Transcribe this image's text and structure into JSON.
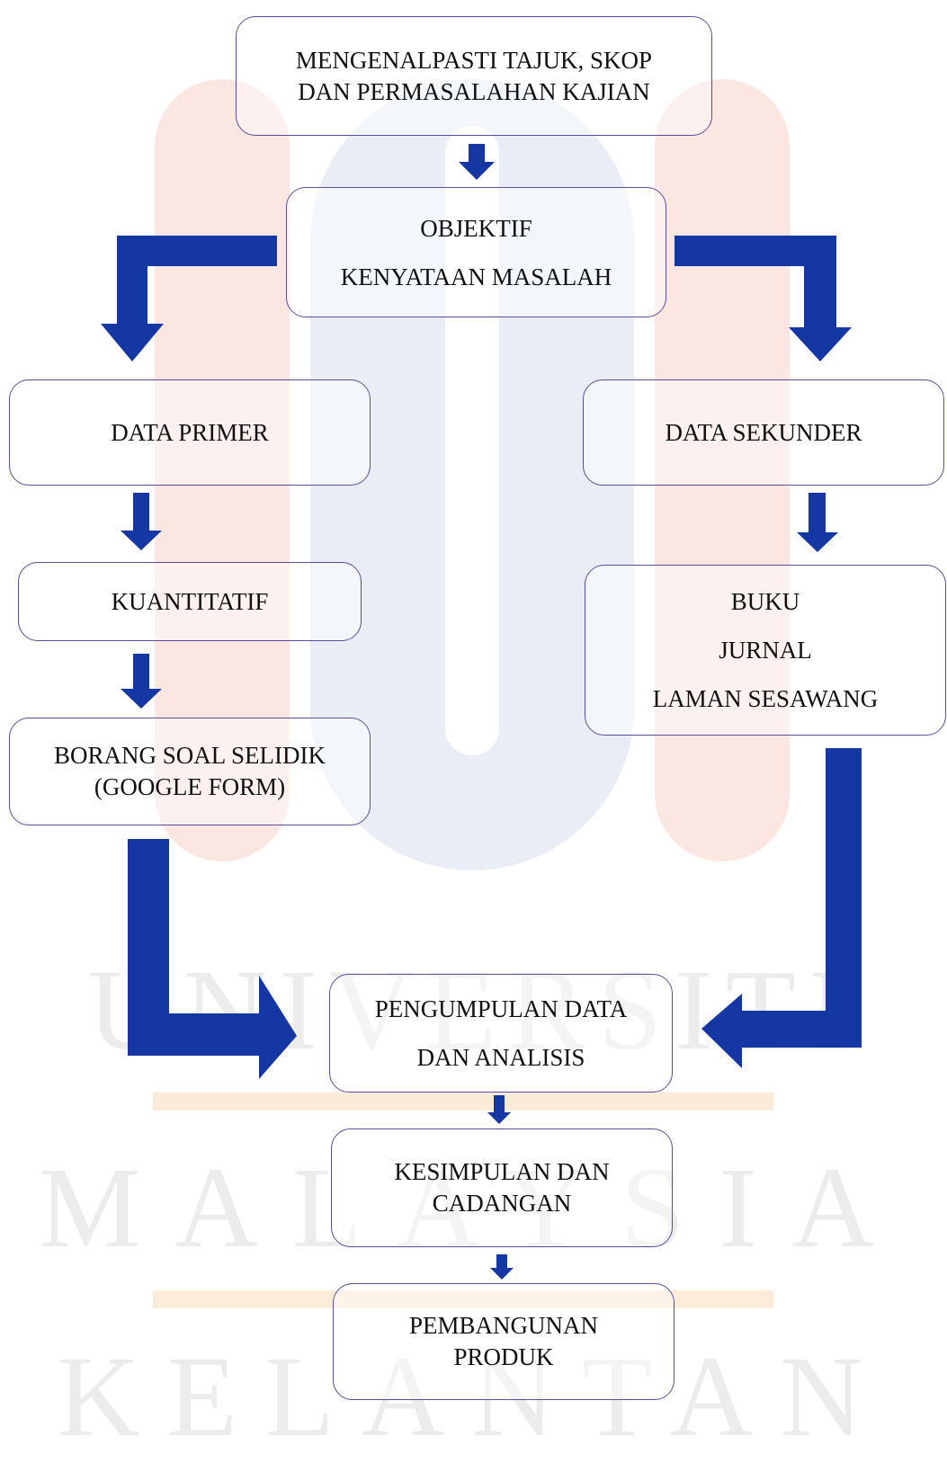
{
  "colors": {
    "arrow": "#1437a3",
    "box_border": "#5b4b9b"
  },
  "watermark": {
    "line1": "UNIVERSITI",
    "line2": "MALAYSIA",
    "line3": "KELANTAN"
  },
  "nodes": {
    "title": [
      "MENGENALPASTI TAJUK, SKOP",
      "DAN PERMASALAHAN KAJIAN"
    ],
    "objective": [
      "OBJEKTIF",
      "KENYATAAN MASALAH"
    ],
    "primary": [
      "DATA PRIMER"
    ],
    "secondary": [
      "DATA SEKUNDER"
    ],
    "quantitative": [
      "KUANTITATIF"
    ],
    "sources": [
      "BUKU",
      "JURNAL",
      "LAMAN SESAWANG"
    ],
    "survey": [
      "BORANG SOAL SELIDIK",
      "(GOOGLE FORM)"
    ],
    "analysis": [
      "PENGUMPULAN DATA",
      "DAN ANALISIS"
    ],
    "conclusion": [
      "KESIMPULAN DAN",
      "CADANGAN"
    ],
    "product": [
      "PEMBANGUNAN",
      "PRODUK"
    ]
  }
}
